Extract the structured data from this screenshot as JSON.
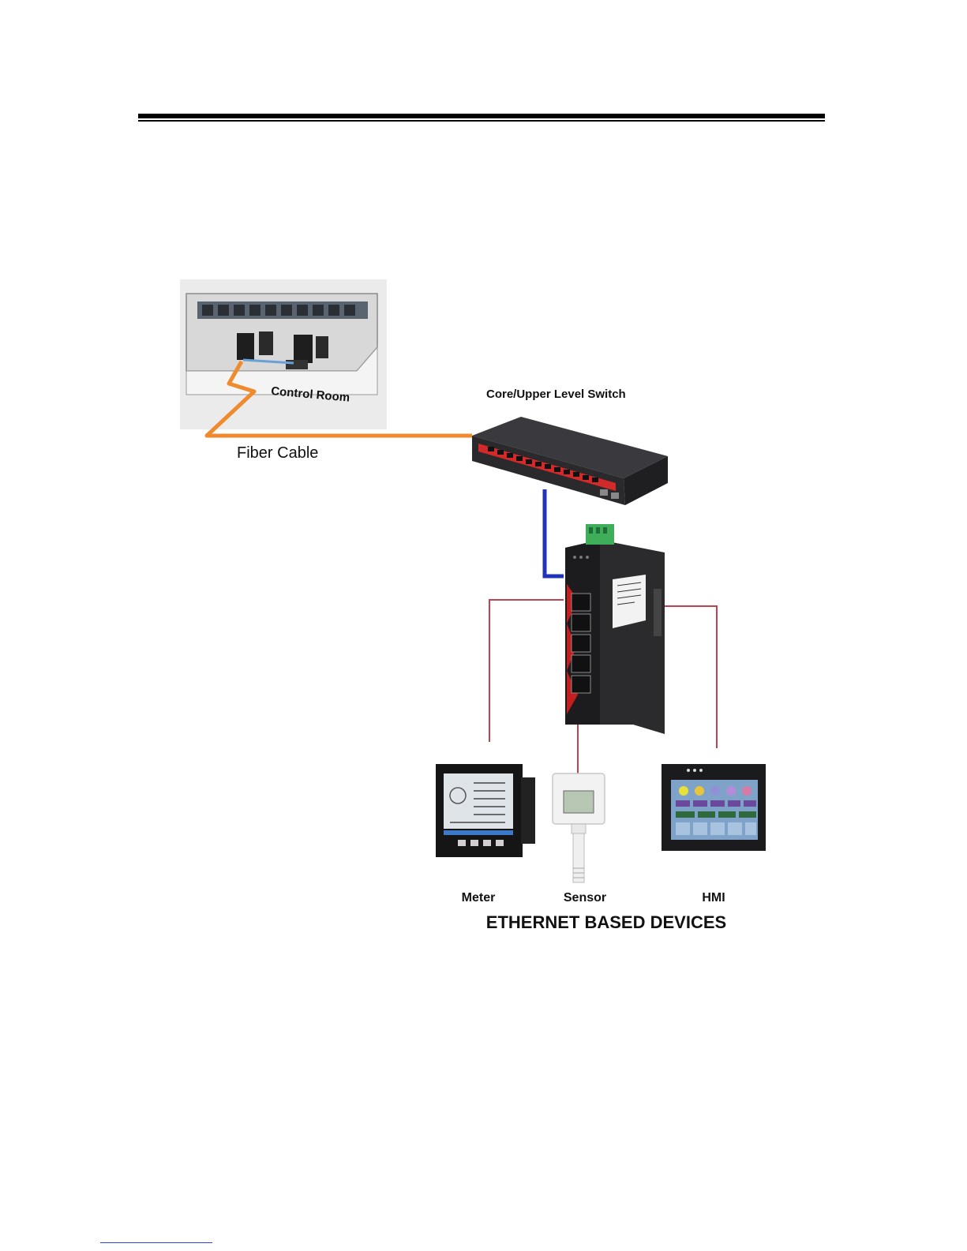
{
  "diagram": {
    "control_room_label": "Control Room",
    "fiber_cable_label": "Fiber Cable",
    "core_switch_label": "Core/Upper Level Switch",
    "devices": [
      {
        "label": "Meter"
      },
      {
        "label": "Sensor"
      },
      {
        "label": "HMI"
      }
    ],
    "devices_caption": "ETHERNET BASED DEVICES"
  },
  "colors": {
    "fiber": "#f08a2e",
    "uplink": "#2233bb",
    "device_link": "#c0444c",
    "switch_accent": "#d22a2a"
  }
}
